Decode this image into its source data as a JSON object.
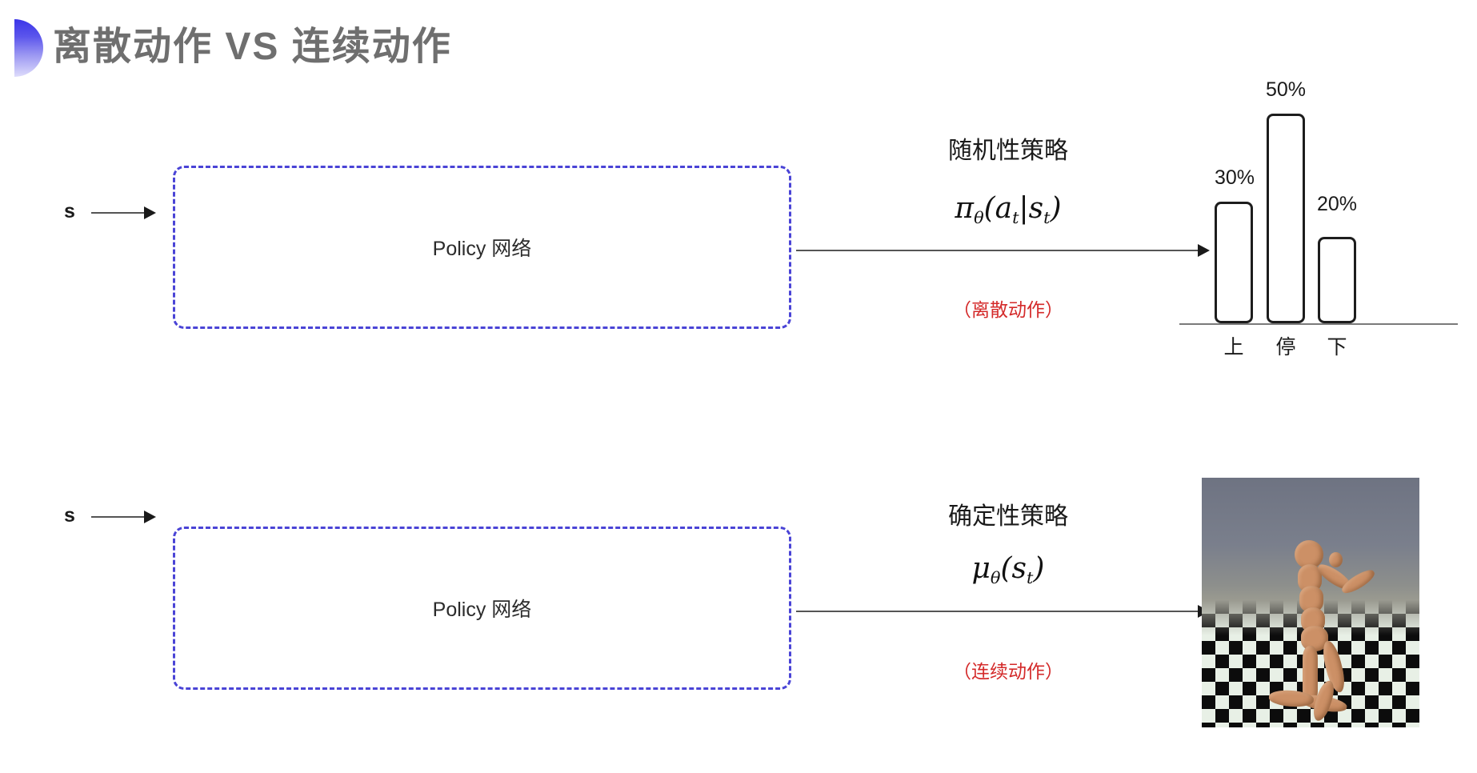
{
  "slide": {
    "title": "离散动作 VS 连续动作",
    "accent_color": "#3b35e8",
    "title_color": "#6f6f6f",
    "box_border_color": "#4a44d6",
    "note_color": "#d42a2a"
  },
  "row_discrete": {
    "input_label": "s",
    "box_label": "Policy 网络",
    "policy_type": "随机性策略",
    "formula_pi": "π",
    "formula_theta": "θ",
    "formula_args": "(a",
    "formula_sub_t1": "t",
    "formula_mid": "|s",
    "formula_sub_t2": "t",
    "formula_close": ")",
    "note": "（离散动作）"
  },
  "row_continuous": {
    "input_label": "s",
    "box_label": "Policy 网络",
    "policy_type": "确定性策略",
    "formula_mu": "μ",
    "formula_theta": "θ",
    "formula_open": "(s",
    "formula_sub_t": "t",
    "formula_close": ")",
    "note": "（连续动作）",
    "image_caption": "humanoid-mujoco-render"
  },
  "chart_data": {
    "type": "bar",
    "categories": [
      "上",
      "停",
      "下"
    ],
    "values": [
      30,
      50,
      20
    ],
    "value_labels": [
      "30%",
      "50%",
      "20%"
    ],
    "title": "",
    "xlabel": "",
    "ylabel": "",
    "ylim": [
      0,
      60
    ],
    "grid": false,
    "legend": "none",
    "bar_fill": "#ffffff",
    "bar_stroke": "#1d1d1d",
    "axis_color": "#7a7a7a"
  }
}
